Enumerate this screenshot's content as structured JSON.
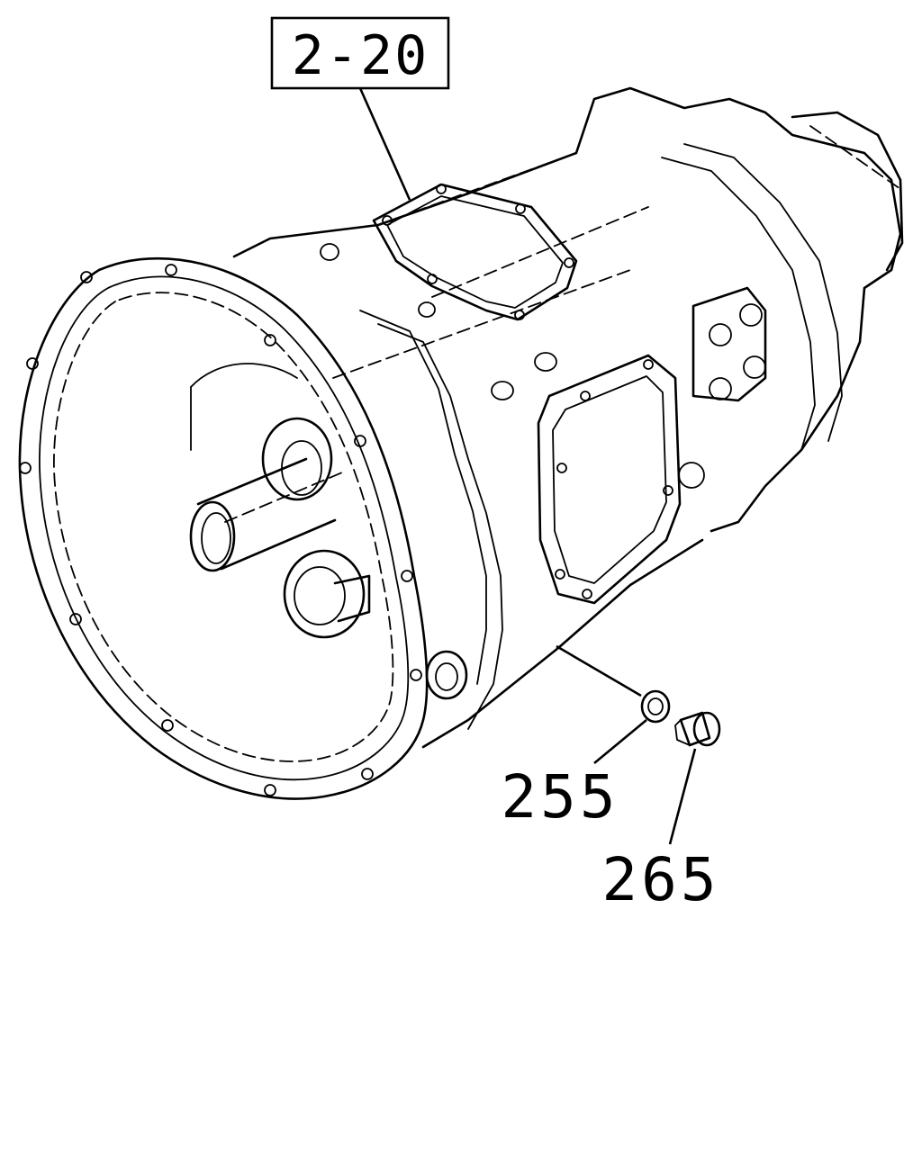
{
  "diagram": {
    "reference_box_label": "2-20",
    "callouts": [
      {
        "id": "255",
        "label": "255",
        "part": "washer"
      },
      {
        "id": "265",
        "label": "265",
        "part": "drain-plug"
      }
    ]
  }
}
